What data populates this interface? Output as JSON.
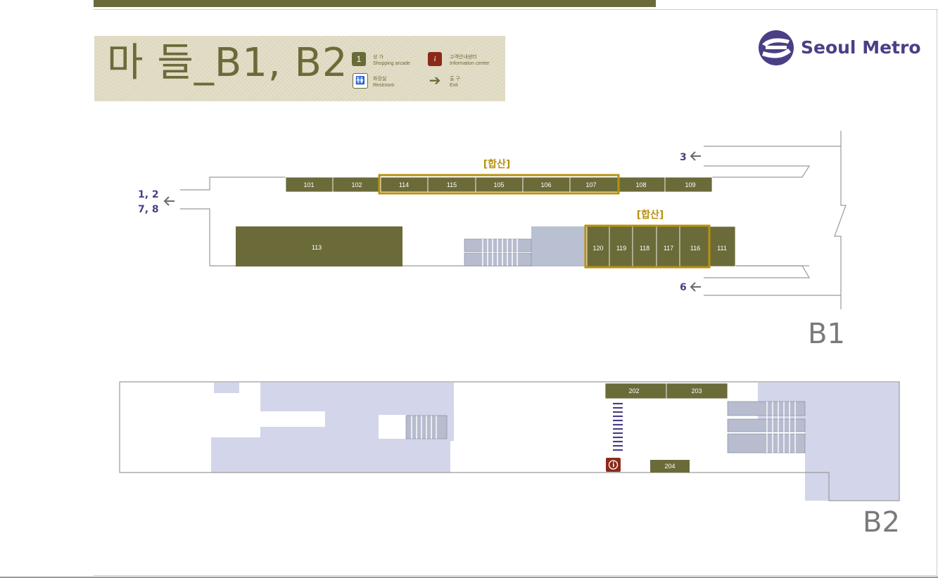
{
  "header": {
    "title": "마 들_B1, B2",
    "brand": "Seoul Metro"
  },
  "legend": {
    "shopping": {
      "glyph": "1",
      "ko": "상 가",
      "en": "Shopping arcade"
    },
    "info": {
      "glyph": "i",
      "ko": "고객안내센터",
      "en": "Information center"
    },
    "restroom": {
      "glyph": "🚻",
      "ko": "화장실",
      "en": "Restroom"
    },
    "exit": {
      "glyph": "➔",
      "ko": "출 구",
      "en": "Exit"
    }
  },
  "colors": {
    "shop": "#6b6b3a",
    "merge_highlight": "#b8910f",
    "brand": "#4a3f86",
    "area": "#d3d6ea",
    "stairs": "#b7bccf"
  },
  "b1": {
    "floor_label": "B1",
    "merge_label_top": "[합산]",
    "merge_label_right": "[합산]",
    "top_row": [
      "101",
      "102",
      "114",
      "115",
      "105",
      "106",
      "107",
      "108",
      "109"
    ],
    "bottom_row": [
      "120",
      "119",
      "118",
      "117",
      "116",
      "111"
    ],
    "large_shop": "113",
    "exits": {
      "left": [
        "1, 2",
        "7, 8"
      ],
      "top_right": "3",
      "bottom_right": "6"
    }
  },
  "b2": {
    "floor_label": "B2",
    "shops": [
      "202",
      "203",
      "204"
    ],
    "info_icon": "information-center-icon"
  }
}
